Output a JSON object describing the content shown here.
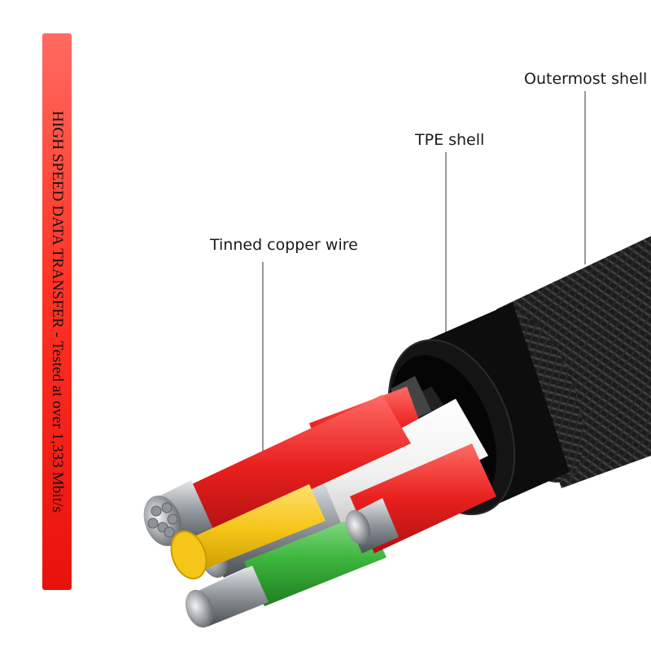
{
  "banner": {
    "text": "HIGH SPEED DATA TRANSFER - Tested  at over 1,333 Mbit/s"
  },
  "labels": {
    "outermost_shell": "Outermost shell",
    "tpe_shell": "TPE shell",
    "tinned_copper_wire": "Tinned copper wire"
  },
  "colors": {
    "banner": "#ff3326",
    "outer_braid": "#1c1c1c",
    "tpe": "#0d0d0d",
    "wire_red": "#e8201e",
    "wire_white": "#f2f2f2",
    "wire_yellow": "#f5c518",
    "wire_green": "#3cb43c",
    "copper_strands": "#9aa0a6"
  }
}
